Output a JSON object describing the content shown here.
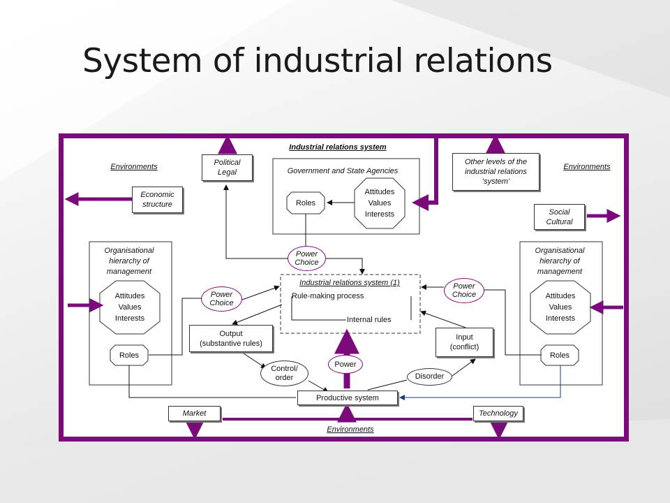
{
  "slide": {
    "title": "System of industrial relations"
  },
  "diagram": {
    "frame_title": "Industrial relations system",
    "environments": {
      "top_left": "Environments",
      "top_right": "Environments",
      "bottom": "Environments"
    },
    "political_legal": [
      "Political",
      "Legal"
    ],
    "economic_structure": [
      "Economic",
      "structure"
    ],
    "other_levels": [
      "Other levels of the",
      "industrial relations",
      "‘system’"
    ],
    "social_cultural": [
      "Social",
      "Cultural"
    ],
    "government": {
      "label": "Government  and State Agencies",
      "roles": "Roles",
      "attitudes": [
        "Attitudes",
        "Values",
        "Interests"
      ]
    },
    "left_org": {
      "label": [
        "Organisational",
        "hierarchy  of",
        "management"
      ],
      "attitudes": [
        "Attitudes",
        "Values",
        "Interests"
      ],
      "roles": "Roles"
    },
    "right_org": {
      "label": [
        "Organisational",
        "hierarchy  of",
        "management"
      ],
      "attitudes": [
        "Attitudes",
        "Values",
        "Interests"
      ],
      "roles": "Roles"
    },
    "power_choice_top": [
      "Power",
      "Choice"
    ],
    "power_choice_left": [
      "Power",
      "Choice"
    ],
    "power_choice_right": [
      "Power",
      "Choice"
    ],
    "ir_subsystem": {
      "label": "Industrial relations  system (1)",
      "rule_making": "Rule-making  process",
      "internal_rules": "Internal  rules"
    },
    "output": [
      "Output",
      "(substantive rules)"
    ],
    "input": [
      "Input",
      "(conflict)"
    ],
    "control_order": [
      "Control/",
      "order"
    ],
    "power": "Power",
    "disorder": "Disorder",
    "productive_system": "Productive system",
    "market": "Market",
    "technology": "Technology",
    "colors": {
      "accent": "#7b0b7b",
      "line": "#111111",
      "blue_line": "#1f3a7a"
    }
  }
}
